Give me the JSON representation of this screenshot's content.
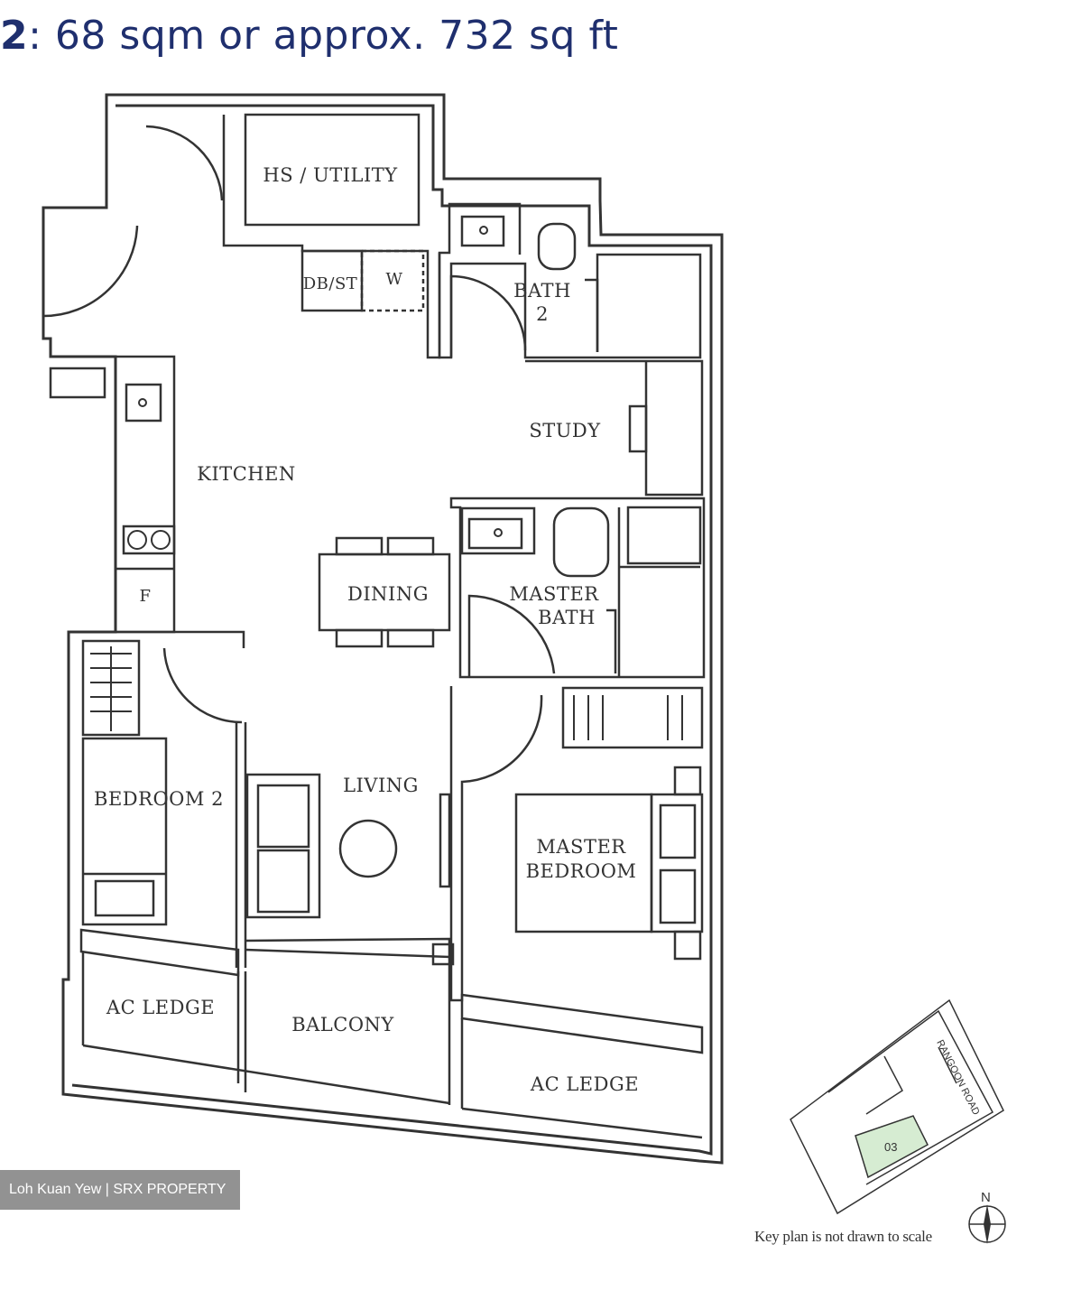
{
  "heading": {
    "type_number": "2",
    "area_text": ": 68 sqm or approx. 732 sq ft"
  },
  "rooms": {
    "hs_utility": "HS / UTILITY",
    "db_st": "DB/ST",
    "w": "W",
    "bath2_line1": "BATH",
    "bath2_line2": "2",
    "study": "STUDY",
    "kitchen": "KITCHEN",
    "fridge": "F",
    "dining": "DINING",
    "master_bath_line1": "MASTER",
    "master_bath_line2": "BATH",
    "living": "LIVING",
    "bedroom2": "BEDROOM 2",
    "master_bedroom_line1": "MASTER",
    "master_bedroom_line2": "BEDROOM",
    "ac_ledge_left": "AC LEDGE",
    "balcony": "BALCONY",
    "ac_ledge_right": "AC LEDGE"
  },
  "key_plan": {
    "unit_label": "03",
    "road_label": "RANGOON ROAD",
    "north_label": "N",
    "note": "Key plan is not drawn to scale",
    "highlight_color": "#d6ecd2"
  },
  "watermark": "Loh Kuan Yew | SRX PROPERTY",
  "colors": {
    "heading": "#1f2f6e",
    "wall": "#333333"
  }
}
